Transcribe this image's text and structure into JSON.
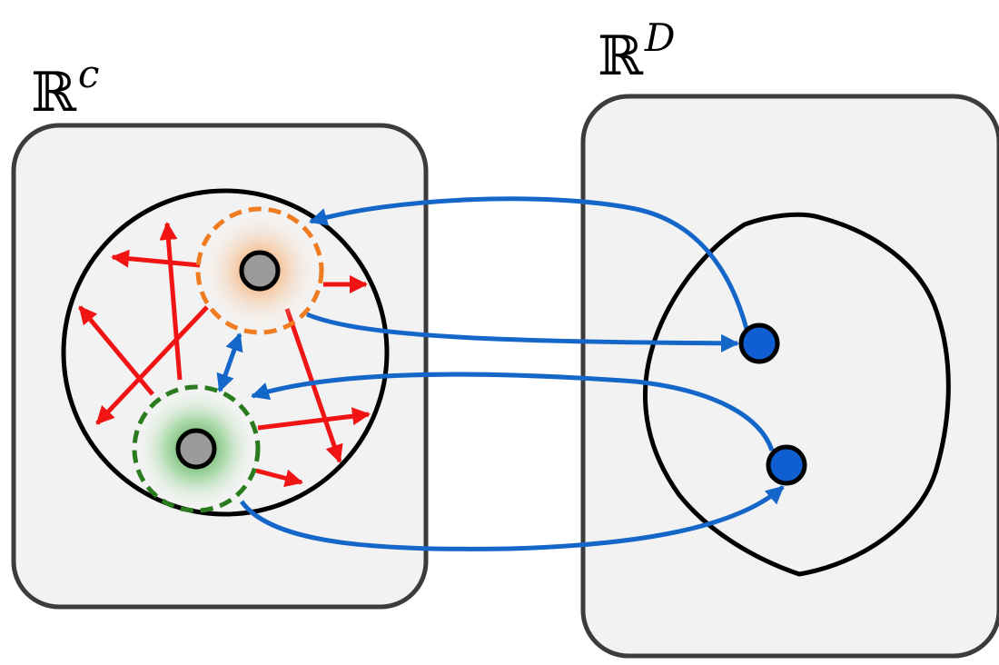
{
  "left_space": {
    "symbol": "ℝ",
    "exponent": "c"
  },
  "right_space": {
    "symbol": "ℝ",
    "exponent": "D"
  },
  "colors": {
    "box_fill": "#f2f2f2",
    "box_stroke": "#3c3c3c",
    "mapping_arrow": "#1466c8",
    "repulsion_arrow": "#f01414",
    "orange_region": "#f07c22",
    "green_region": "#2a7a1e",
    "embedding_point": "#9a9a9a",
    "data_point": "#0f5fd2"
  }
}
